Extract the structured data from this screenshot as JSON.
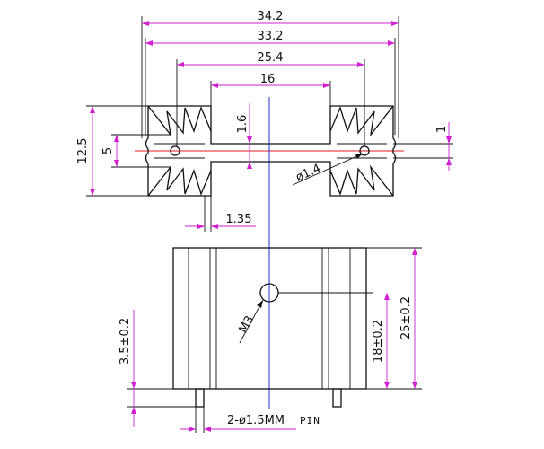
{
  "colors": {
    "outline": "#111111",
    "dimension": "#d21fd2",
    "centerline_horizontal": "#e31b1b",
    "centerline_vertical": "#1c2fd6",
    "background": "#ffffff"
  },
  "top_view": {
    "dims": {
      "overall_width": "34.2",
      "fin_span": "33.2",
      "inner_fin_span": "25.4",
      "channel_width": "16",
      "channel_depth": "1.6",
      "height": "12.5",
      "center_height": "5",
      "gap": "1",
      "hole_diameter": "ø1.4",
      "base_thickness": "1.35"
    }
  },
  "front_view": {
    "dims": {
      "overall_height": "25±0.2",
      "hole_height": "18±0.2",
      "pin_length": "3.5±0.2",
      "thread": "M3",
      "pin_spec": "2-ø1.5MM",
      "pin_label": "PIN"
    }
  }
}
